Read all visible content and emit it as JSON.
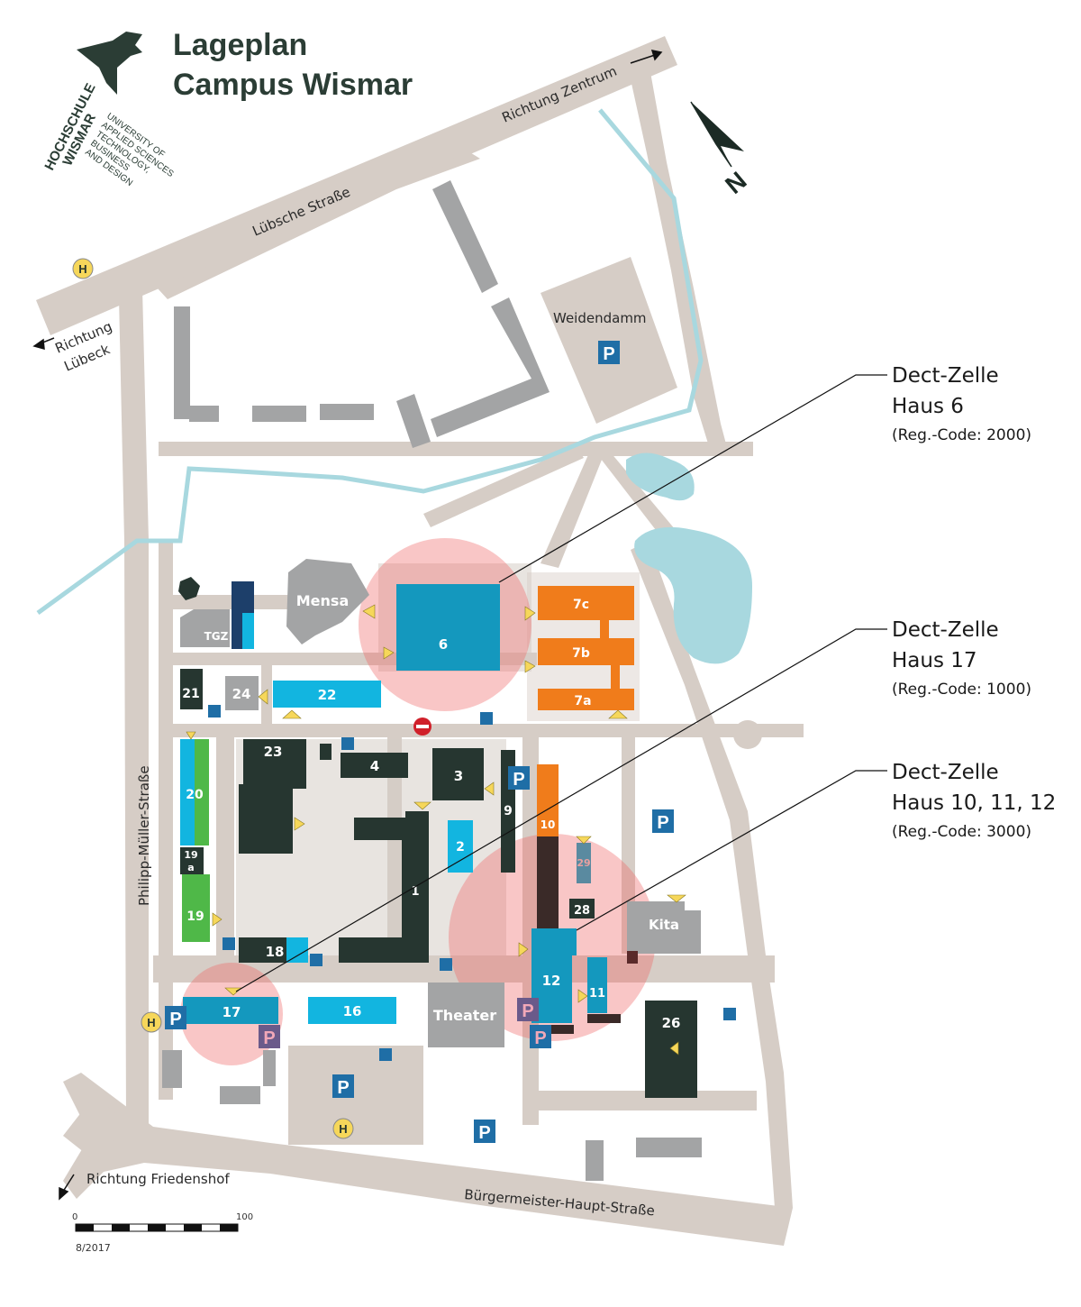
{
  "title": {
    "line1": "Lageplan",
    "line2": "Campus Wismar"
  },
  "logo": {
    "name": "HOCHSCHULE",
    "city": "WISMAR",
    "tagline": [
      "UNIVERSITY OF",
      "APPLIED SCIENCES",
      "TECHNOLOGY,",
      "BUSINESS",
      "AND DESIGN"
    ],
    "icon": "owl-logo-icon"
  },
  "colors": {
    "road": "#d6cdc6",
    "water": "#a8d8df",
    "building_dark": "#263630",
    "building_cyan": "#12b5e0",
    "building_orange": "#f07c1b",
    "building_green": "#4fb848",
    "building_grey": "#a3a4a5",
    "highlight": "#f06a6a",
    "parking": "#1f6ea6"
  },
  "streets": {
    "luebsche": "Lübsche Straße",
    "zentrum": "Richtung Zentrum",
    "luebeck_1": "Richtung",
    "luebeck_2": "Lübeck",
    "mueller": "Philipp-Müller-Straße",
    "friedenshof": "Richtung Friedenshof",
    "buergermeister": "Bürgermeister-Haupt-Straße"
  },
  "places": {
    "weidendamm": "Weidendamm",
    "mensa": "Mensa",
    "tgz": "TGZ",
    "theater": "Theater",
    "kita": "Kita"
  },
  "buildings": {
    "b6": "6",
    "b7a": "7a",
    "b7b": "7b",
    "b7c": "7c",
    "b21": "21",
    "b22": "22",
    "b24": "24",
    "b23": "23",
    "b4": "4",
    "b3": "3",
    "b9": "9",
    "b10": "10",
    "b20": "20",
    "b19a": "19\na",
    "b19": "19",
    "b2": "2",
    "b1": "1",
    "b29": "29",
    "b28": "28",
    "b18": "18",
    "b12": "12",
    "b11": "11",
    "b17": "17",
    "b16": "16",
    "b26": "26"
  },
  "symbols": {
    "parking": "P",
    "bus": "H",
    "compass": "N",
    "disabled": "P"
  },
  "callouts": [
    {
      "line1": "Dect-Zelle",
      "line2": "Haus 6",
      "line3": "(Reg.-Code: 2000)"
    },
    {
      "line1": "Dect-Zelle",
      "line2": "Haus 17",
      "line3": "(Reg.-Code: 1000)"
    },
    {
      "line1": "Dect-Zelle",
      "line2": "Haus 10, 11, 12",
      "line3": "(Reg.-Code: 3000)"
    }
  ],
  "scale": {
    "start": "0",
    "end": "100"
  },
  "date": "8/2017"
}
